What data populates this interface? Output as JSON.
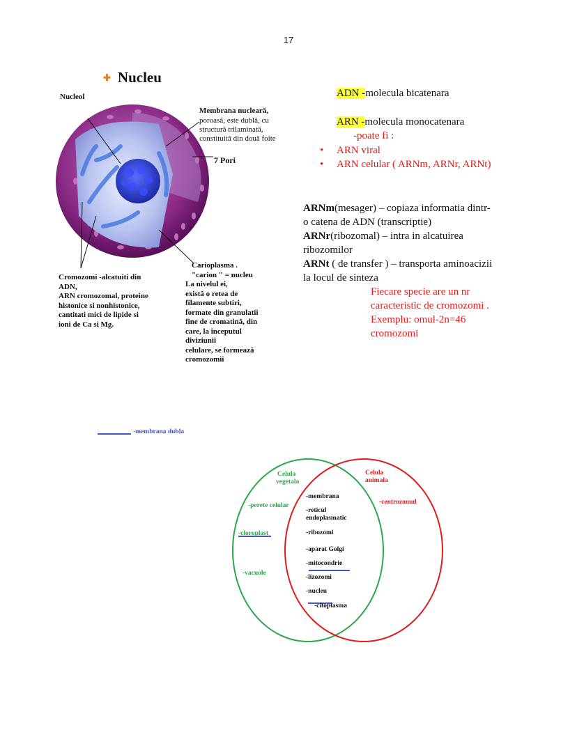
{
  "page_number": "17",
  "title": "Nucleu",
  "figure": {
    "labels": {
      "nucleol": "Nucleol",
      "membrana": [
        "Membrana nucleară,",
        "poroasă, este dublă, cu",
        "structură trilaminată,",
        "constituită din două foite"
      ],
      "pori": "Pori",
      "pori_num": "7",
      "cromozomi": [
        "Cromozomi -alcatuiti din",
        "ADN,",
        "ARN cromozomal, proteine",
        "histonice si nonhistonice,",
        "cantitati mici de lipide si",
        "ioni de Ca si Mg."
      ],
      "carioplasma": [
        "Carioplasma .",
        "\"carion \" = nucleu",
        " La nivelul ei,",
        "există o retea de",
        "filamente subtiri,",
        "formate din granulatii",
        "fine de cromatină, din",
        "care, la începutul",
        "diviziunii",
        "celulare, se formează",
        "cromozomii"
      ]
    }
  },
  "adn": {
    "term": "ADN -",
    "desc": "molecula bicatenara"
  },
  "arn": {
    "term": "ARN -",
    "desc": "molecula monocatenara",
    "poate": "-poate fi :",
    "items": [
      "ARN viral",
      "ARN celular ( ARNm, ARNr, ARNt)"
    ]
  },
  "arn_types": [
    {
      "term": "ARNm",
      "desc": "(mesager) – copiaza informatia dintr-",
      "cont": "o catena de ADN (transcriptie)"
    },
    {
      "term": "ARNr",
      "desc": "(ribozomal) – intra in alcatuirea",
      "cont": "ribozomilor"
    },
    {
      "term": "ARNt",
      "desc": " ( de transfer ) – transporta aminoacizii",
      "cont": "la locul de sinteza"
    }
  ],
  "species_note": [
    "Fiecare specie are un nr",
    "caracteristic de cromozomi .",
    "Exemplu: omul-2n=46",
    "cromozomi"
  ],
  "legend": {
    "label": "-membrana dubla",
    "color": "#4453c6"
  },
  "venn": {
    "left_title": [
      "Celula",
      "vegetala"
    ],
    "right_title": [
      "Celula",
      "animala"
    ],
    "left_items": [
      "-perete celular",
      "-cloroplast",
      "-vacuole"
    ],
    "right_items": [
      "-centrozomul"
    ],
    "common_items": [
      "-membrana",
      "-reticul",
      "endoplasmatic",
      "-ribozomi",
      "-aparat Golgi",
      "-mitocondrie",
      "-lizozomi",
      "-nucleu",
      "-citoplasma"
    ],
    "colors": {
      "plant": "#2aa84a",
      "animal": "#e01b1b",
      "membrane": "#4453c6"
    }
  }
}
